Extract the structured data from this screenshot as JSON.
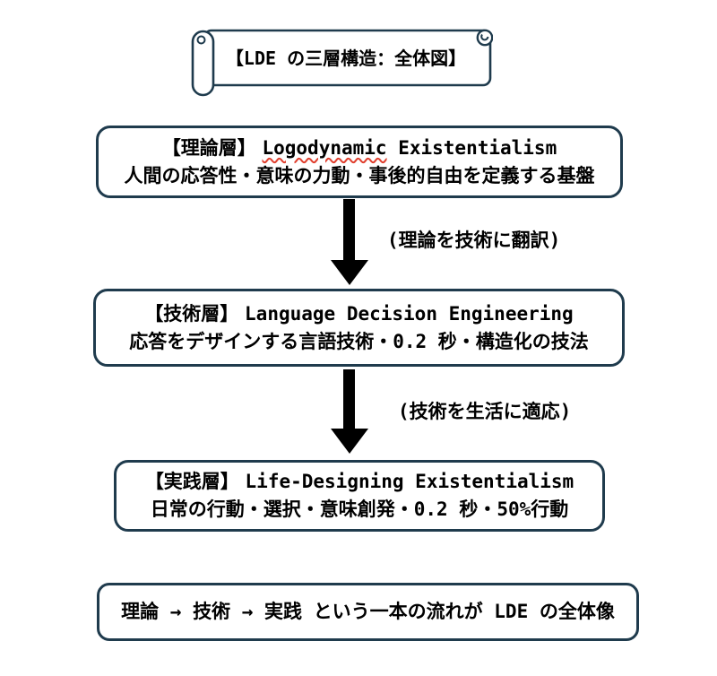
{
  "banner": {
    "title": "【LDE の三層構造：全体図】"
  },
  "layers": [
    {
      "prefix": "【理論層】",
      "word": "Logodynamic",
      "rest": " Existentialism",
      "description": "人間の応答性・意味の力動・事後的自由を定義する基盤"
    },
    {
      "prefix": "【技術層】",
      "en": "Language Decision Engineering",
      "description": "応答をデザインする言語技術・0.2 秒・構造化の技法"
    },
    {
      "prefix": "【実践層】",
      "en": "Life-Designing Existentialism",
      "description": "日常の行動・選択・意味創発・0.2 秒・50%行動"
    }
  ],
  "arrows": [
    {
      "label": "(理論を技術に翻訳)"
    },
    {
      "label": "(技術を生活に適応)"
    }
  ],
  "summary": {
    "text": "理論 → 技術 → 実践 という一本の流れが LDE の全体像"
  },
  "colors": {
    "box_border": "#1f3b4d",
    "text": "#000000",
    "arrow": "#000000",
    "spellcheck_underline": "#e0402f",
    "background": "#ffffff"
  }
}
